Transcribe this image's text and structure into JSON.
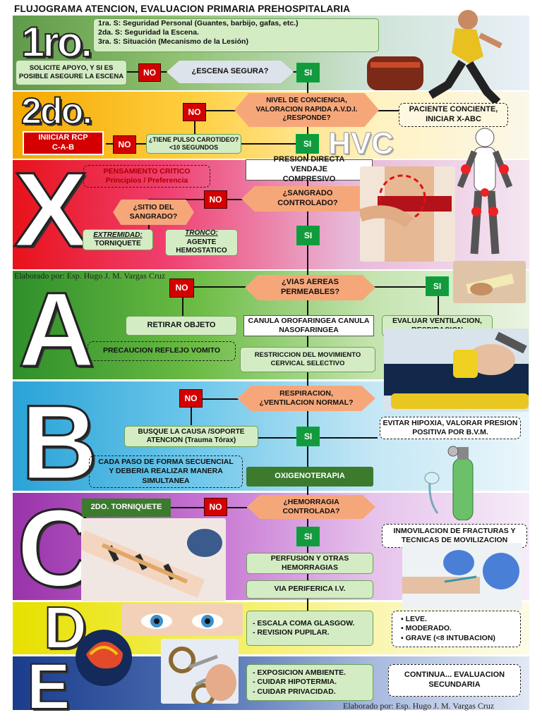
{
  "title": "FLUJOGRAMA ATENCION, EVALUACION PRIMARIA PREHOSPITALARIA",
  "credit": "Elaborado por: Esp. Hugo J. M. Vargas Cruz",
  "badges": {
    "no": "NO",
    "si": "SI"
  },
  "s1": {
    "letter": "1ro.",
    "items": [
      "1ra.  S: Seguridad Personal (Guantes, barbijo, gafas, etc.)",
      "2da. S: Seguridad la Escena.",
      "3ra.  S: Situación (Mecanismo de la Lesión)"
    ],
    "support": "SOLICITE APOYO, Y SI ES POSIBLE ASEGURE LA ESCENA",
    "question": "¿ESCENA SEGURA?"
  },
  "s2": {
    "letter": "2do.",
    "question": "NIVEL DE CONCIENCIA, VALORACION RAPIDA A.V.D.I. ¿RESPONDE?",
    "conscious": "PACIENTE CONCIENTE, INICIAR X-ABC",
    "pulse": "¿TIENE PULSO CAROTIDEO? <10 SEGUNDOS",
    "rcp": "INIICIAR RCP C-A-B",
    "hvc": "HVC"
  },
  "x": {
    "letter": "X",
    "pressure": "PRESION DIRECTA VENDAJE COMPRESIVO",
    "critical": "PENSAMIENTO CRITICO Principios / Preferencia",
    "question": "¿SANGRADO CONTROLADO?",
    "site": "¿SITIO DEL SANGRADO?",
    "ext_label": "EXTREMIDAD:",
    "ext_action": "TORNIQUETE",
    "trunk_label": "TRONCO:",
    "trunk_action": "AGENTE HEMOSTATICO"
  },
  "a": {
    "letter": "A",
    "question": "¿VIAS AEREAS PERMEABLES?",
    "remove": "RETIRAR OBJETO",
    "cannula": "CANULA OROFARINGEA CANULA NASOFARINGEA",
    "evaluate": "EVALUAR VENTILACION, RESPIRACION",
    "reflex": "PRECAUCION REFLEJO VOMITO",
    "cervical": "RESTRICCION DEL MOVIMIENTO CERVICAL SELECTIVO"
  },
  "b": {
    "letter": "B",
    "question": "RESPIRACION, ¿VENTILACION NORMAL?",
    "hypoxia": "EVITAR HIPOXIA, VALORAR PRESION POSITIVA POR B.V.M.",
    "cause": "BUSQUE LA CAUSA /SOPORTE ATENCION (Trauma Tórax)",
    "sequential": "CADA PASO DE FORMA SECUENCIAL Y DEBERIA REALIZAR MANERA SIMULTANEA",
    "oxygen": "OXIGENOTERAPIA"
  },
  "c": {
    "letter": "C",
    "tourniquet2": "2DO. TORNIQUETE",
    "question": "¿HEMORRAGIA CONTROLADA?",
    "fractures": "INMOVILACION DE FRACTURAS Y TECNICAS DE MOVILIZACION",
    "perfusion": "PERFUSION Y OTRAS HEMORRAGIAS",
    "iv": "VIA PERIFERICA I.V."
  },
  "d": {
    "letter": "D",
    "items": [
      "- ESCALA COMA GLASGOW.",
      "- REVISION PUPILAR."
    ],
    "severity": [
      "LEVE.",
      "MODERADO.",
      "GRAVE (<8 INTUBACION)"
    ]
  },
  "e": {
    "letter": "E",
    "items": [
      "- EXPOSICION AMBIENTE.",
      "- CUIDAR HIPOTERMIA.",
      "- CUIDAR PRIVACIDAD."
    ],
    "continue": "CONTINUA... EVALUACION SECUNDARIA"
  },
  "colors": {
    "green": "#3a9a2e",
    "orange": "#f6a77a",
    "no": "#d40000",
    "si": "#139a3c"
  }
}
